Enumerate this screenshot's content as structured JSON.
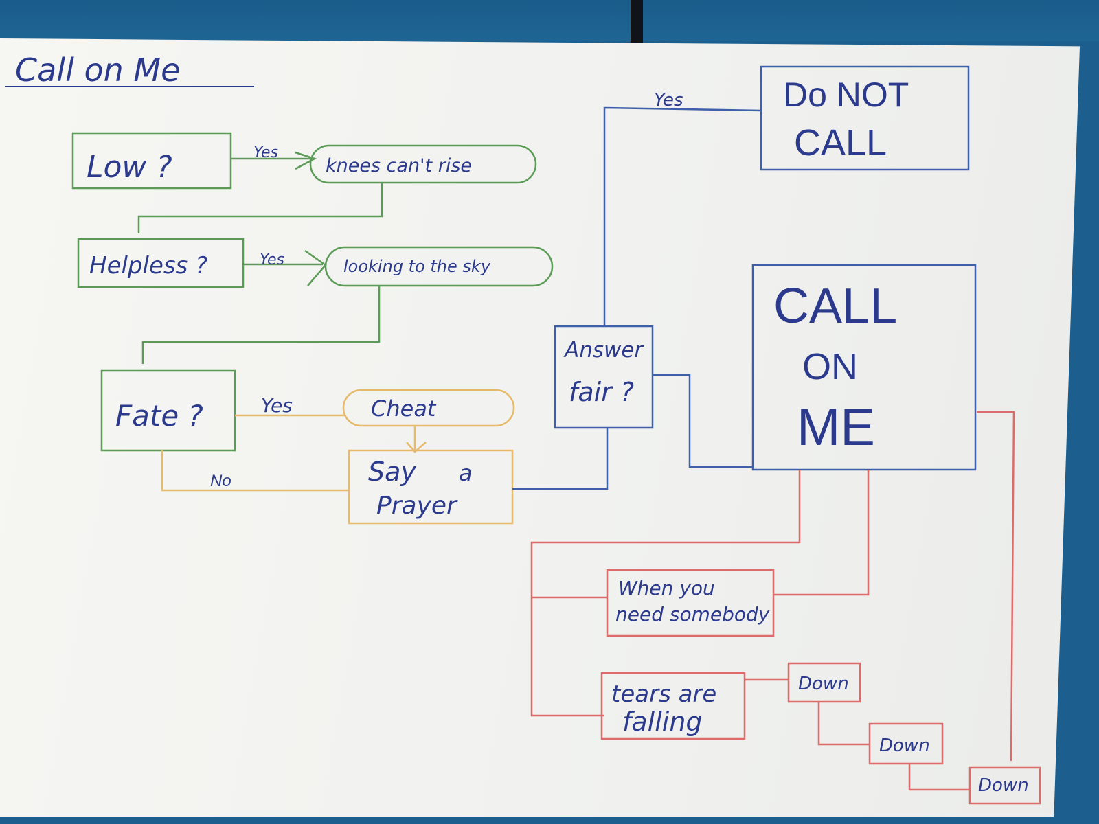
{
  "title": "Call on Me",
  "colors": {
    "paper": "#f3f3f0",
    "green": "#5b9a57",
    "blue": "#3e5fa9",
    "orange": "#e7b96a",
    "red": "#de6b6b",
    "ink": "#2b3a8c"
  },
  "nodes": {
    "low": "Low ?",
    "knees": "knees can't rise",
    "helpless": "Helpless ?",
    "looking": "looking to the sky",
    "fate": "Fate ?",
    "cheat": "Cheat",
    "say_line1": "Say",
    "say_line2": "a",
    "say_line3": "Prayer",
    "answer_line1": "Answer",
    "answer_line2": "fair ?",
    "donot_line1": "Do NOT",
    "donot_line2": "CALL",
    "call_line1": "CALL",
    "call_line2": "ON",
    "call_line3": "ME",
    "when_line1": "When you",
    "when_line2": "need somebody",
    "tears_line1": "tears are",
    "tears_line2": "falling",
    "down1": "Down",
    "down2": "Down",
    "down3": "Down"
  },
  "edge_labels": {
    "low_yes": "Yes",
    "helpless_yes": "Yes",
    "fate_yes": "Yes",
    "fate_no": "No",
    "answer_yes": "Yes"
  }
}
